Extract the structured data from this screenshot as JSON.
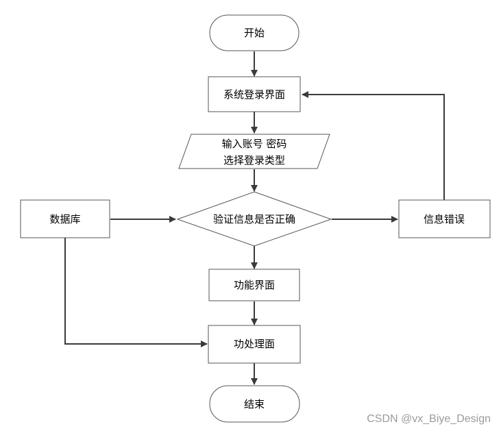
{
  "flowchart": {
    "start": "开始",
    "login_page": "系统登录界面",
    "input_line1": "输入账号 密码",
    "input_line2": "选择登录类型",
    "database": "数据库",
    "verify": "验证信息是否正确",
    "error": "信息错误",
    "function_page": "功能界面",
    "process_page": "功处理面",
    "end": "结束"
  },
  "watermark": "CSDN @vx_Biye_Design"
}
